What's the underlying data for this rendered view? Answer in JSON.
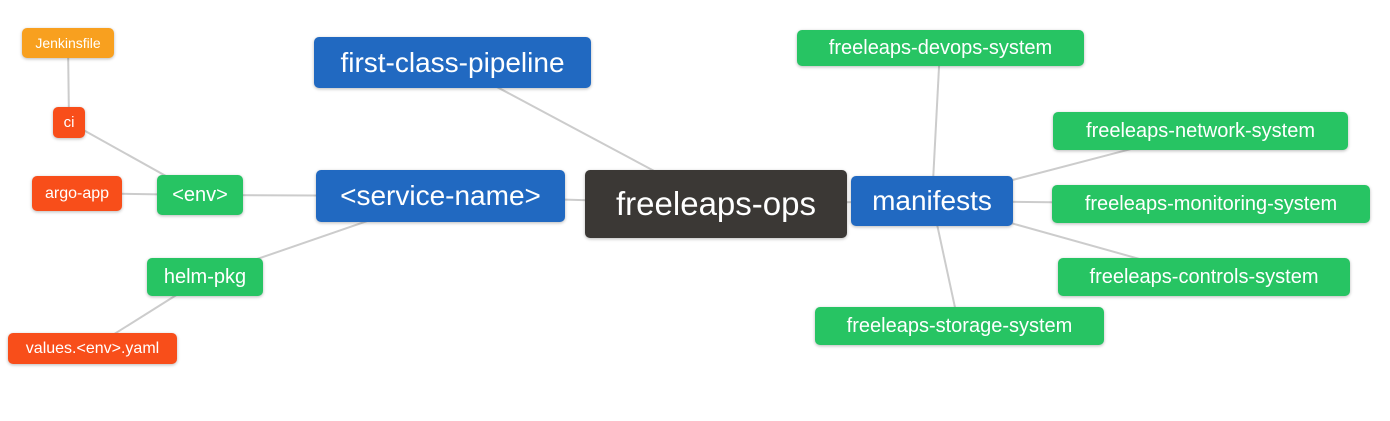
{
  "diagram": {
    "title": "freeleaps-ops mind map",
    "background_color": "#ffffff",
    "edge_color": "#cccccc",
    "colors": {
      "blue": "#2169c1",
      "green": "#27c463",
      "orange": "#f8a01f",
      "red": "#f84e1a",
      "dark": "#3b3835",
      "text": "#ffffff"
    },
    "nodes": {
      "freeleaps_ops": {
        "label": "freeleaps-ops",
        "color": "dark"
      },
      "first_class_pipeline": {
        "label": "first-class-pipeline",
        "color": "blue"
      },
      "service_name": {
        "label": "<service-name>",
        "color": "blue"
      },
      "manifests": {
        "label": "manifests",
        "color": "blue"
      },
      "env": {
        "label": "<env>",
        "color": "green"
      },
      "helm_pkg": {
        "label": "helm-pkg",
        "color": "green"
      },
      "jenkinsfile": {
        "label": "Jenkinsfile",
        "color": "orange"
      },
      "ci": {
        "label": "ci",
        "color": "red"
      },
      "argo_app": {
        "label": "argo-app",
        "color": "red"
      },
      "values_env_yaml": {
        "label": "values.<env>.yaml",
        "color": "red"
      },
      "devops_system": {
        "label": "freeleaps-devops-system",
        "color": "green"
      },
      "network_system": {
        "label": "freeleaps-network-system",
        "color": "green"
      },
      "monitoring_system": {
        "label": "freeleaps-monitoring-system",
        "color": "green"
      },
      "controls_system": {
        "label": "freeleaps-controls-system",
        "color": "green"
      },
      "storage_system": {
        "label": "freeleaps-storage-system",
        "color": "green"
      }
    },
    "edges": [
      {
        "from": "jenkinsfile",
        "to": "ci"
      },
      {
        "from": "ci",
        "to": "env"
      },
      {
        "from": "argo_app",
        "to": "env"
      },
      {
        "from": "env",
        "to": "service_name"
      },
      {
        "from": "helm_pkg",
        "to": "service_name"
      },
      {
        "from": "values_env_yaml",
        "to": "helm_pkg"
      },
      {
        "from": "first_class_pipeline",
        "to": "freeleaps_ops"
      },
      {
        "from": "service_name",
        "to": "freeleaps_ops"
      },
      {
        "from": "freeleaps_ops",
        "to": "manifests"
      },
      {
        "from": "manifests",
        "to": "devops_system"
      },
      {
        "from": "manifests",
        "to": "network_system"
      },
      {
        "from": "manifests",
        "to": "monitoring_system"
      },
      {
        "from": "manifests",
        "to": "controls_system"
      },
      {
        "from": "manifests",
        "to": "storage_system"
      }
    ]
  }
}
